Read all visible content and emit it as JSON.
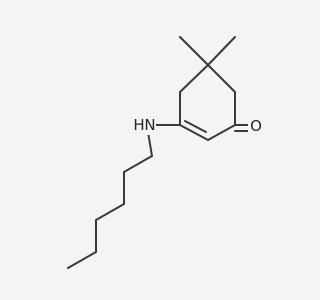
{
  "molecule": {
    "atoms": {
      "oxygen": "O",
      "nitrogen_h": "H",
      "nitrogen": "N"
    }
  },
  "colors": {
    "background": "#f4f4f4",
    "bond": "#3a3a3a",
    "label": "#262626"
  }
}
